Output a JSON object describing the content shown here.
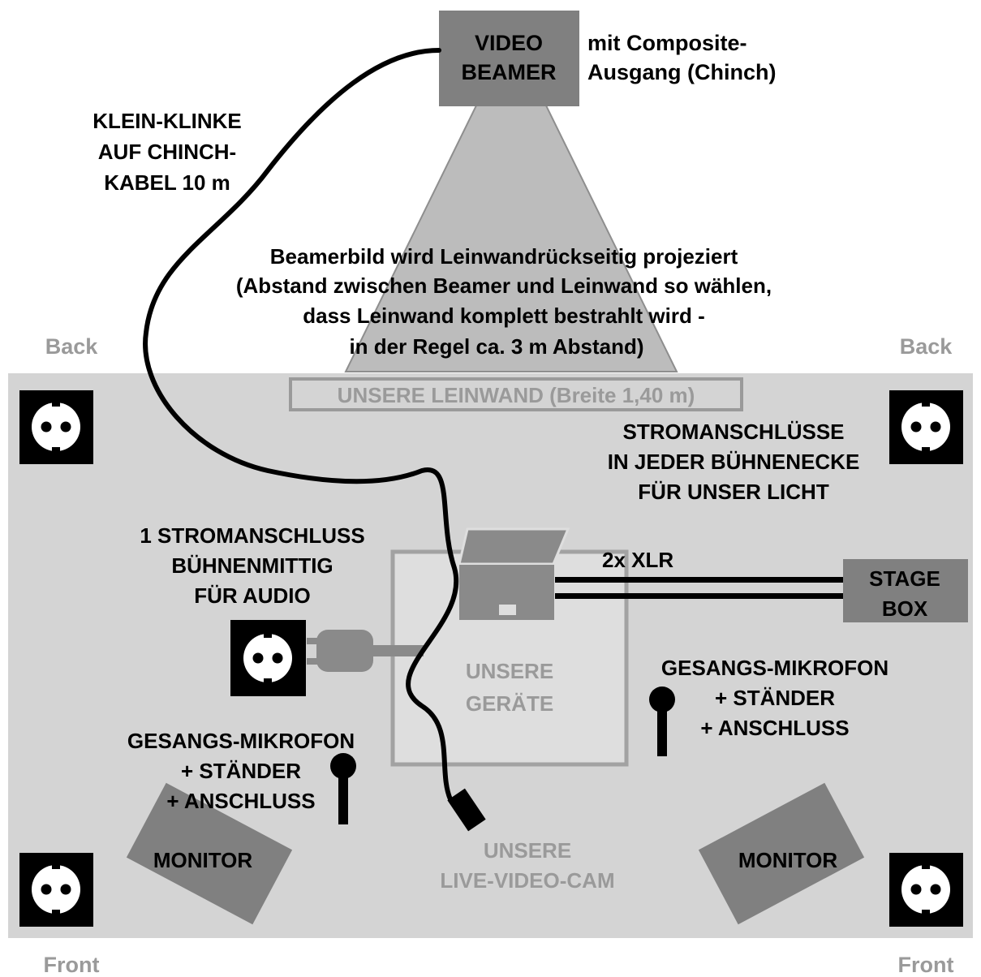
{
  "colors": {
    "stage_floor": "#d4d4d4",
    "dark_box": "#808080",
    "beam": "#bcbcbc",
    "equipment_area": "#dedede",
    "equipment_outline": "#a2a2a2",
    "grey_label": "#9a9a9a",
    "socket_bg": "#000000",
    "cable": "#000000"
  },
  "beamer": {
    "line1": "VIDEO",
    "line2": "BEAMER",
    "note_line1": "mit Composite-",
    "note_line2": "Ausgang (Chinch)"
  },
  "cable_label": [
    "KLEIN-KLINKE",
    "AUF CHINCH-",
    "KABEL 10 m"
  ],
  "projection_note": [
    "Beamerbild wird Leinwandrückseitig projeziert",
    "(Abstand zwischen Beamer und Leinwand so wählen,",
    "dass Leinwand komplett bestrahlt wird -",
    "in der Regel ca. 3 m Abstand)"
  ],
  "corners": {
    "back_left": "Back",
    "back_right": "Back",
    "front_left": "Front",
    "front_right": "Front"
  },
  "screen_label": "UNSERE LEINWAND (Breite 1,40 m)",
  "power_corners_note": [
    "STROMANSCHLÜSSE",
    "IN JEDER BÜHNENECKE",
    "FÜR UNSER LICHT"
  ],
  "power_center_note": [
    "1 STROMANSCHLUSS",
    "BÜHNENMITTIG",
    "FÜR AUDIO"
  ],
  "xlr_label": "2x XLR",
  "stage_box": {
    "line1": "STAGE",
    "line2": "BOX"
  },
  "equipment_label": [
    "UNSERE",
    "GERÄTE"
  ],
  "mic_right": [
    "GESANGS-MIKROFON",
    "+ STÄNDER",
    "+ ANSCHLUSS"
  ],
  "mic_left": [
    "GESANGS-MIKROFON",
    "+ STÄNDER",
    "+ ANSCHLUSS"
  ],
  "monitor_left": "MONITOR",
  "monitor_right": "MONITOR",
  "camera_label": [
    "UNSERE",
    "LIVE-VIDEO-CAM"
  ]
}
